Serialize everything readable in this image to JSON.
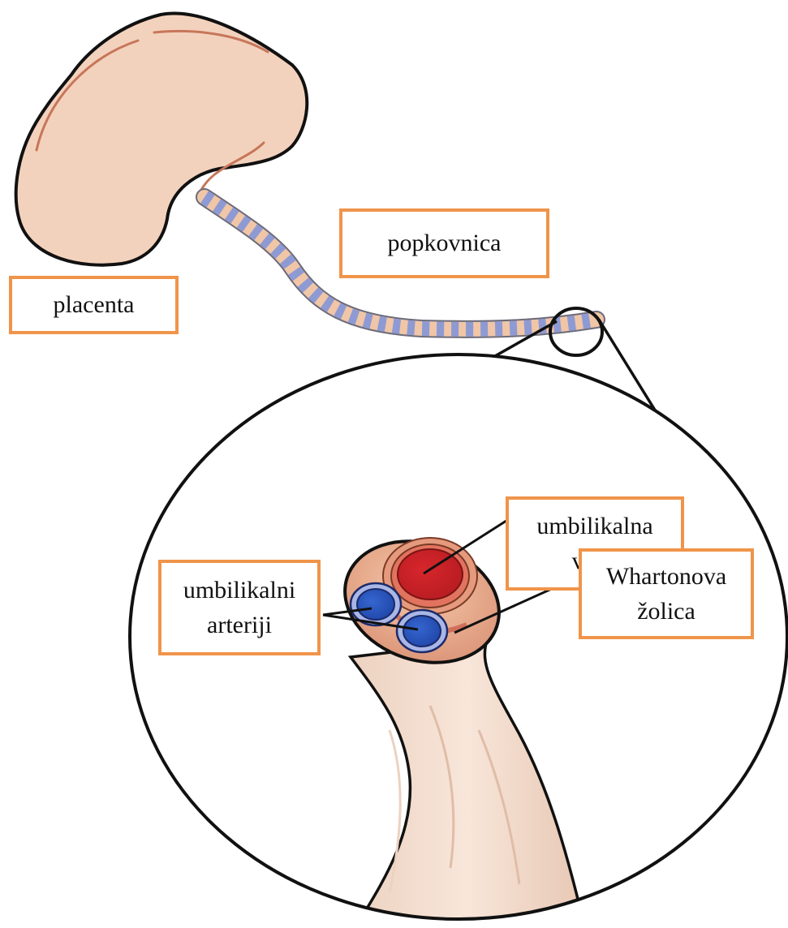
{
  "labels": {
    "placenta": "placenta",
    "cord": "popkovnica",
    "vein": [
      "umbilikalna",
      "vena"
    ],
    "arteries": [
      "umbilikalni",
      "arteriji"
    ],
    "jelly": [
      "Whartonova",
      "žolica"
    ]
  },
  "colors": {
    "label_border": "#f0944a",
    "placenta_fill": "#f3d2bd",
    "placenta_line": "#c7765a",
    "cord_blue": "#8e9ad3",
    "cord_peach": "#f0c6a7",
    "vein_red": "#cc1f25",
    "artery_blue": "#2b55c0",
    "outline": "#111111"
  }
}
